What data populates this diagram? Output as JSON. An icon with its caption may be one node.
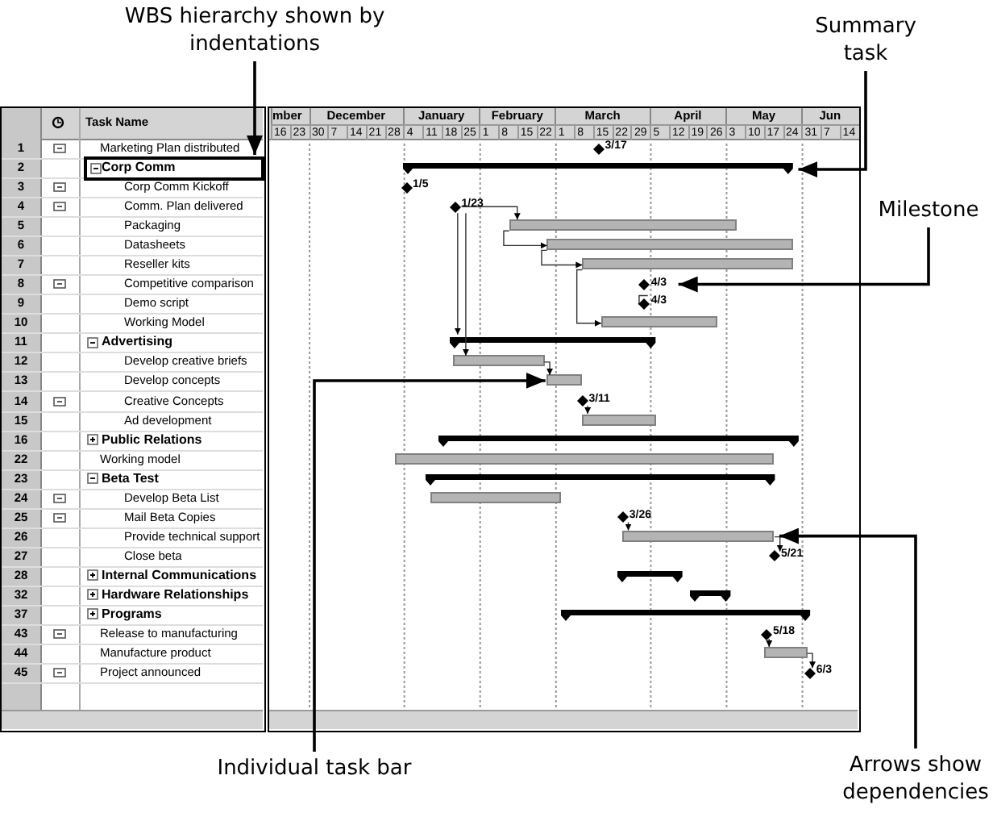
{
  "diagram": {
    "nodes": [
      {
        "text": [
          "WBS hierarchy shown by indentations"
        ]
      },
      {
        "text": [
          "Summary task"
        ]
      },
      {
        "text": [
          "Milestone"
        ]
      },
      {
        "text": [
          "Individual task bar"
        ]
      },
      {
        "text": [
          "Arrows show dependencies"
        ]
      },
      {
        "text": [
          "Corp Comm"
        ]
      },
      {
        "text": [],
        "shape": "bar"
      },
      {
        "text": [],
        "shape": "diamond",
        "beside": [
          "4/3"
        ]
      },
      {
        "text": [],
        "shape": "bar"
      },
      {
        "text": [],
        "shape": "bar"
      }
    ],
    "edges": [
      {
        "from": 0,
        "to": 5,
        "arrow": "to"
      },
      {
        "from": 1,
        "to": 6,
        "arrow": "to"
      },
      {
        "from": 2,
        "to": 7,
        "arrow": "to"
      },
      {
        "from": 3,
        "to": 8,
        "arrow": "to"
      },
      {
        "from": 4,
        "to": 9,
        "arrow": "to"
      }
    ],
    "labels": [
      "Task Name",
      "mber",
      "December",
      "January",
      "February",
      "March",
      "April",
      "May",
      "Jun",
      "16",
      "23",
      "30",
      "7",
      "14",
      "21",
      "28",
      "4",
      "11",
      "18",
      "25",
      "1",
      "8",
      "15",
      "22",
      "1",
      "8",
      "15",
      "22",
      "29",
      "5",
      "12",
      "19",
      "26",
      "3",
      "10",
      "17",
      "24",
      "31",
      "7",
      "14",
      "1",
      "Marketing Plan distributed",
      "2",
      "3",
      "Corp Comm Kickoff",
      "4",
      "Comm. Plan delivered",
      "5",
      "Packaging",
      "6",
      "Datasheets",
      "7",
      "Reseller kits",
      "8",
      "Competitive comparison",
      "9",
      "Demo script",
      "10",
      "Working Model",
      "11",
      "Advertising",
      "12",
      "Develop creative briefs",
      "13",
      "Develop concepts",
      "14",
      "Creative Concepts",
      "15",
      "Ad development",
      "16",
      "Public Relations",
      "22",
      "Working model",
      "23",
      "Beta Test",
      "24",
      "Develop Beta List",
      "25",
      "Mail Beta Copies",
      "26",
      "Provide technical support",
      "27",
      "Close beta",
      "28",
      "Internal Communications",
      "32",
      "Hardware Relationships",
      "37",
      "Programs",
      "43",
      "Release to manufacturing",
      "44",
      "Manufacture product",
      "45",
      "Project announced",
      "3/17",
      "1/5",
      "1/23",
      "4/3",
      "3/11",
      "3/26",
      "5/21",
      "5/18",
      "6/3"
    ]
  }
}
